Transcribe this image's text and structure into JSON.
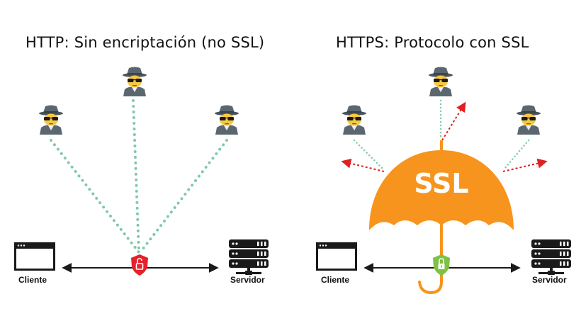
{
  "left_panel": {
    "title": "HTTP: Sin encriptación (no SSL)",
    "client_label": "Cliente",
    "server_label": "Servidor",
    "lock_state": "unlocked",
    "lock_color": "#e5222a",
    "leak_dots_color": "#7fc9a8"
  },
  "right_panel": {
    "title": "HTTPS: Protocolo con SSL",
    "client_label": "Cliente",
    "server_label": "Servidor",
    "umbrella_text": "SSL",
    "umbrella_color": "#f7941d",
    "lock_state": "locked",
    "lock_color": "#7dc242",
    "blocked_arrow_color": "#e02020"
  },
  "colors": {
    "text": "#111111",
    "icon_dark": "#1a1a1a",
    "spy_hat": "#5b6770",
    "spy_face": "#f6c945"
  }
}
